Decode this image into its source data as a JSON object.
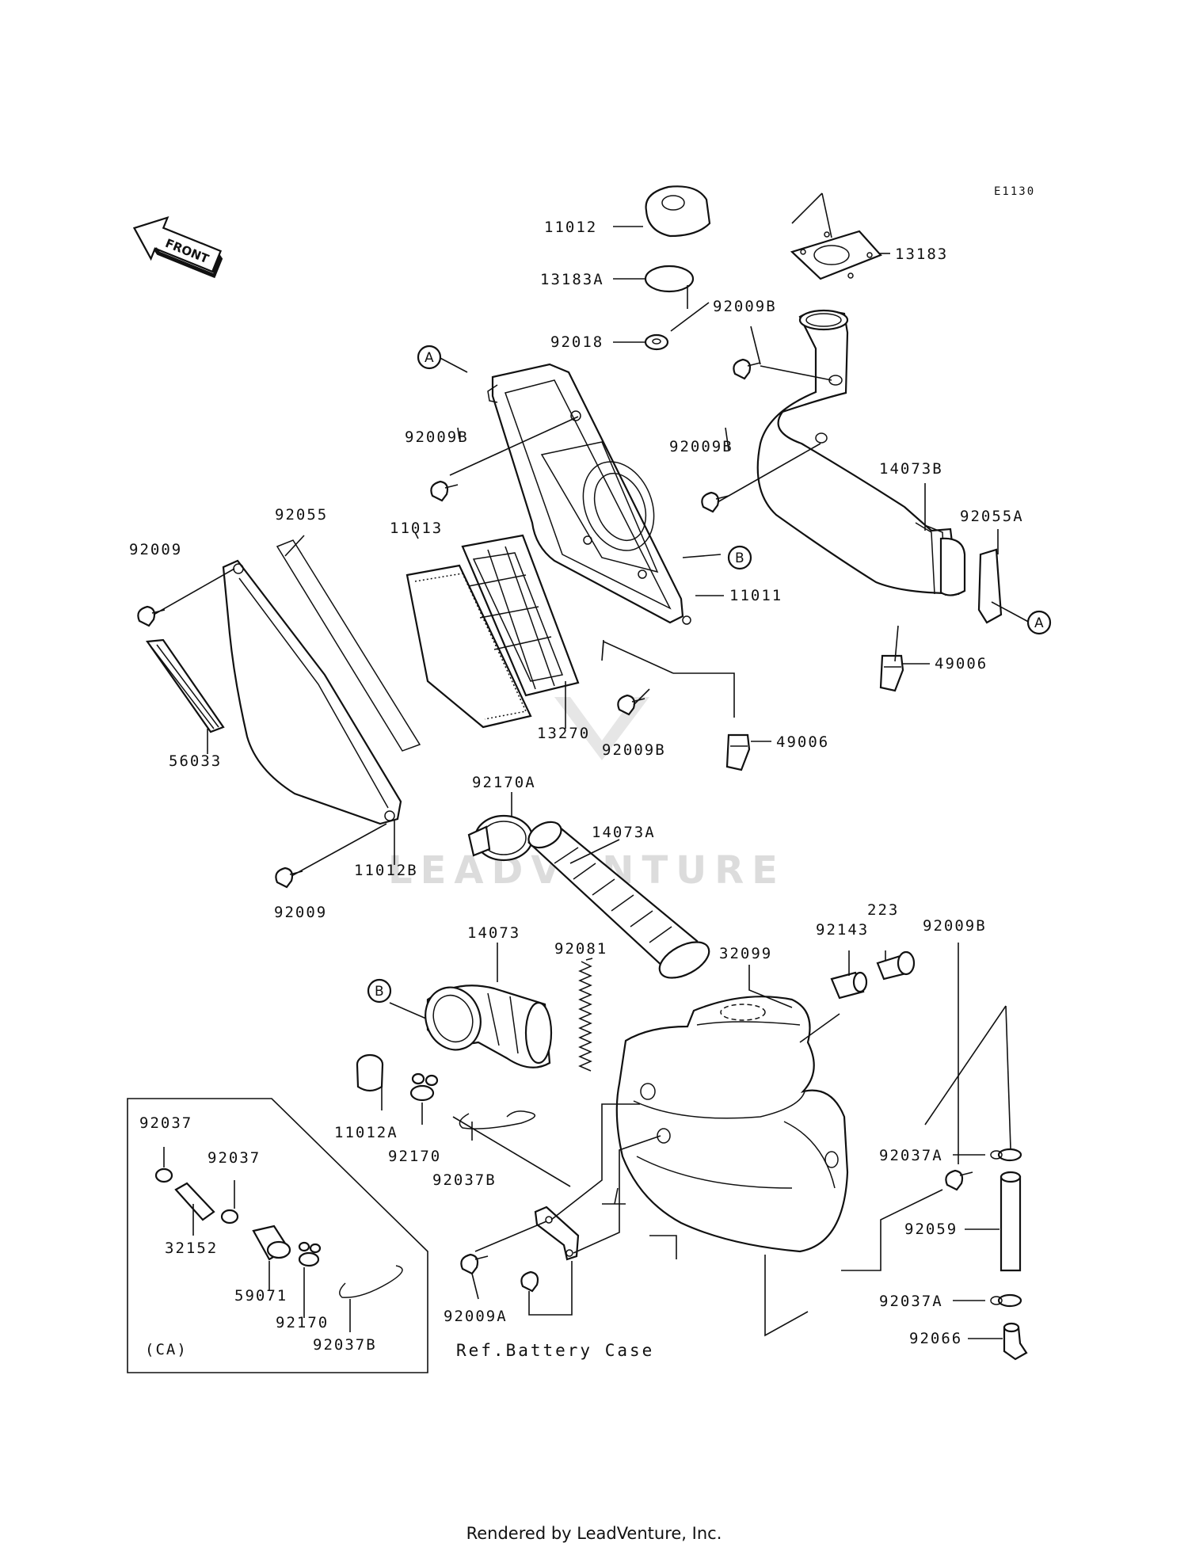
{
  "diagram": {
    "code": "E1130",
    "front_label": "FRONT",
    "watermark": "LEADVENTURE",
    "callout_a": "A",
    "callout_b": "B",
    "inset_label": "(CA)",
    "ref_text": "Ref.Battery Case",
    "parts": [
      "11012",
      "13183A",
      "92018",
      "13183",
      "92009B",
      "14073B",
      "92055A",
      "49006",
      "92009",
      "92055",
      "11013",
      "11011",
      "56033",
      "13270",
      "92170A",
      "14073A",
      "11012B",
      "14073",
      "92081",
      "32099",
      "92143",
      "223",
      "11012A",
      "92170",
      "92037B",
      "92037A",
      "92059",
      "92066",
      "92009A",
      "92037",
      "32152",
      "59071"
    ]
  },
  "footer": {
    "text": "Rendered by LeadVenture, Inc."
  }
}
